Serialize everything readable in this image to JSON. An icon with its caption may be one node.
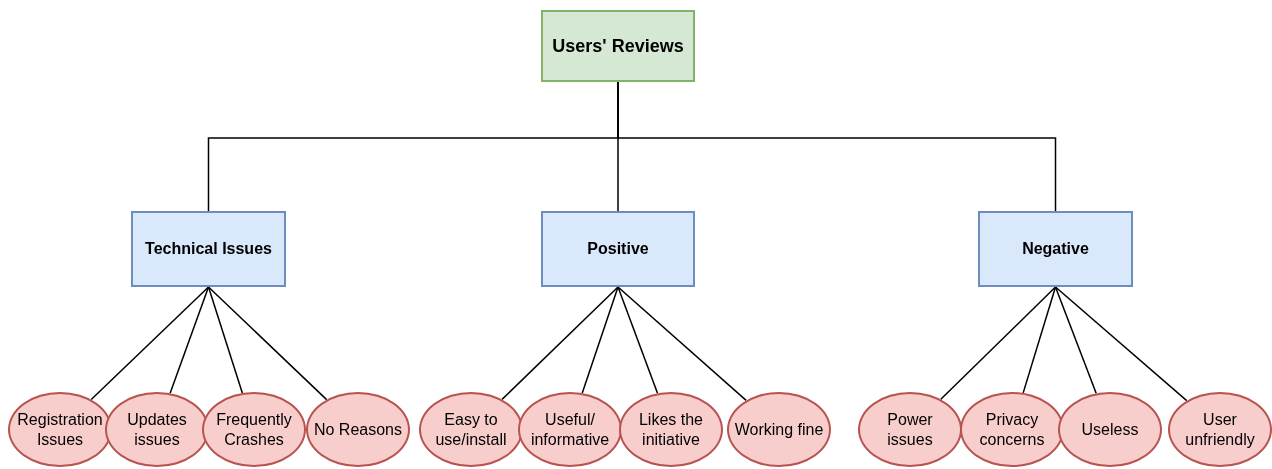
{
  "diagram": {
    "nodes": [
      {
        "text": [
          "Users' Reviews"
        ]
      },
      {
        "text": [
          "Technical Issues"
        ]
      },
      {
        "text": [
          "Positive"
        ]
      },
      {
        "text": [
          "Negative"
        ]
      },
      {
        "text": [
          "Registration Issues"
        ]
      },
      {
        "text": [
          "Updates issues"
        ]
      },
      {
        "text": [
          "Frequently Crashes"
        ]
      },
      {
        "text": [
          "No Reasons"
        ]
      },
      {
        "text": [
          "Easy to use/install"
        ]
      },
      {
        "text": [
          "Useful/ informative"
        ]
      },
      {
        "text": [
          "Likes the initiative"
        ]
      },
      {
        "text": [
          "Working fine"
        ]
      },
      {
        "text": [
          "Power issues"
        ]
      },
      {
        "text": [
          "Privacy concerns"
        ]
      },
      {
        "text": [
          "Useless"
        ]
      },
      {
        "text": [
          "User unfriendly"
        ]
      }
    ],
    "edges": [
      {
        "from": 0,
        "to": 1,
        "arrow": "none"
      },
      {
        "from": 0,
        "to": 2,
        "arrow": "none"
      },
      {
        "from": 0,
        "to": 3,
        "arrow": "none"
      },
      {
        "from": 1,
        "to": 4,
        "arrow": "none"
      },
      {
        "from": 1,
        "to": 5,
        "arrow": "none"
      },
      {
        "from": 1,
        "to": 6,
        "arrow": "none"
      },
      {
        "from": 1,
        "to": 7,
        "arrow": "none"
      },
      {
        "from": 2,
        "to": 8,
        "arrow": "none"
      },
      {
        "from": 2,
        "to": 9,
        "arrow": "none"
      },
      {
        "from": 2,
        "to": 10,
        "arrow": "none"
      },
      {
        "from": 2,
        "to": 11,
        "arrow": "none"
      },
      {
        "from": 3,
        "to": 12,
        "arrow": "none"
      },
      {
        "from": 3,
        "to": 13,
        "arrow": "none"
      },
      {
        "from": 3,
        "to": 14,
        "arrow": "none"
      },
      {
        "from": 3,
        "to": 15,
        "arrow": "none"
      }
    ]
  }
}
